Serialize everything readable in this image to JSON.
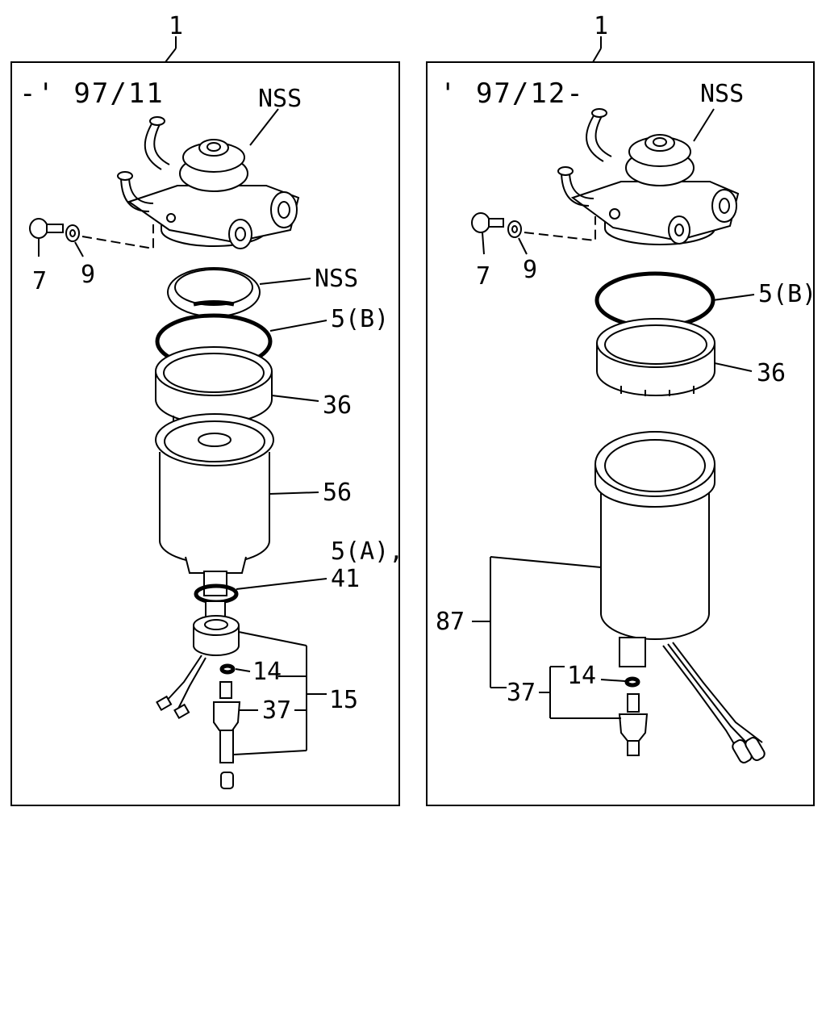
{
  "diagram": {
    "left_panel": {
      "assembly_number": "1",
      "date_range": "-' 97/11",
      "labels": {
        "nss_head": "NSS",
        "nss_ring": "NSS",
        "bolt": "7",
        "washer": "9",
        "oring_b": "5(B)",
        "ring_nut": "36",
        "filter": "56",
        "oring_a_1": "5(A),",
        "oring_a_2": "41",
        "oring_small": "14",
        "drain_plug": "37",
        "sensor_group": "15"
      }
    },
    "right_panel": {
      "assembly_number": "1",
      "date_range": "' 97/12-",
      "labels": {
        "nss_head": "NSS",
        "bolt": "7",
        "washer": "9",
        "oring_b": "5(B)",
        "ring_nut": "36",
        "filter_assembly": "87",
        "oring_small": "14",
        "drain_plug": "37"
      }
    }
  }
}
